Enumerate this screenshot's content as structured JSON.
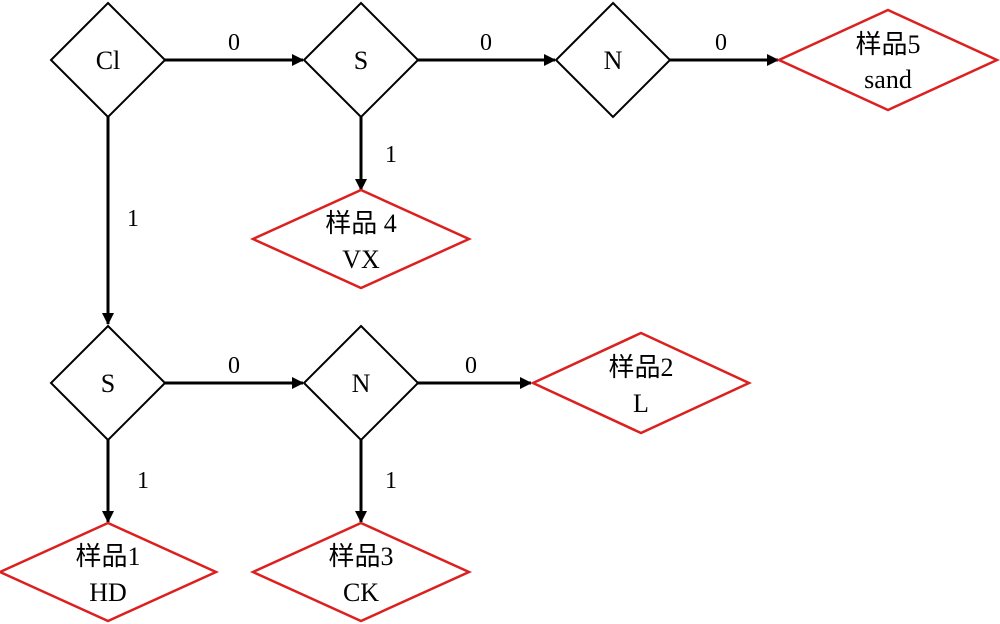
{
  "colors": {
    "decision_stroke": "#000000",
    "result_stroke": "#dc2020",
    "edge_stroke": "#000000",
    "background": "#ffffff"
  },
  "decision_nodes": {
    "cl_top": "Cl",
    "s_top": "S",
    "n_top": "N",
    "s_bottom": "S",
    "n_bottom": "N"
  },
  "result_nodes": {
    "sample5": {
      "name": "样品5",
      "code": "sand"
    },
    "sample4": {
      "name": "样品 4",
      "code": "VX"
    },
    "sample2": {
      "name": "样品2",
      "code": "L"
    },
    "sample1": {
      "name": "样品1",
      "code": "HD"
    },
    "sample3": {
      "name": "样品3",
      "code": "CK"
    }
  },
  "edge_labels": {
    "cl_to_s": "0",
    "s_to_n": "0",
    "n_to_sample5": "0",
    "s_to_sample4": "1",
    "cl_to_s_bottom": "1",
    "s_bottom_to_n_bottom": "0",
    "n_bottom_to_sample2": "0",
    "s_bottom_to_sample1": "1",
    "n_bottom_to_sample3": "1"
  }
}
